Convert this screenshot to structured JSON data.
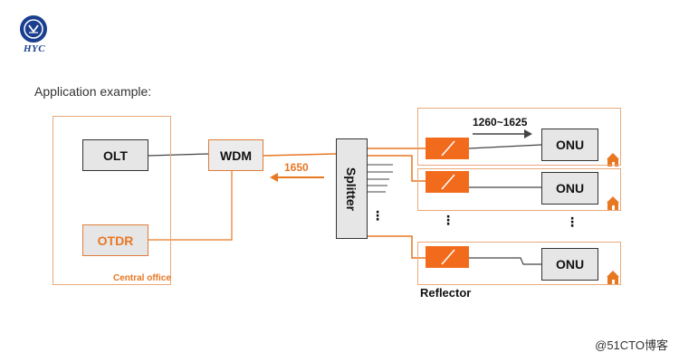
{
  "logo": {
    "text": "HYC"
  },
  "heading": "Application example:",
  "central_office": {
    "label": "Central office"
  },
  "nodes": {
    "olt": "OLT",
    "otdr": "OTDR",
    "wdm": "WDM",
    "splitter": "Splitter",
    "onu": [
      "ONU",
      "ONU",
      "ONU"
    ]
  },
  "annotations": {
    "wavelength_1650": "1650",
    "wavelength_range": "1260~1625",
    "reflector": "Reflector",
    "ellipsis": "⋮"
  },
  "watermark": "@51CTO博客",
  "colors": {
    "accent_orange": "#e87722",
    "frame_orange": "#e9a97a",
    "box_gray": "#e6e6e6",
    "line_dark": "#333333",
    "logo_blue": "#1b3f8f"
  },
  "icons": [
    "logo-emblem",
    "house-icon",
    "reflector-filter-icon",
    "arrow-icon"
  ]
}
